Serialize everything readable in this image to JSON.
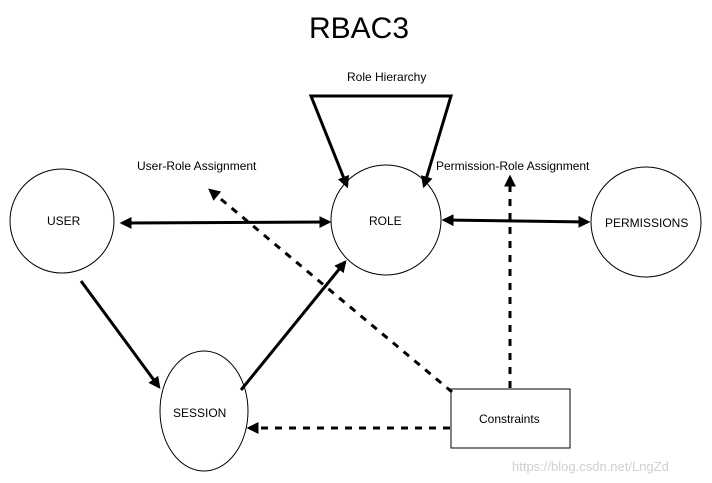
{
  "diagram": {
    "title": "RBAC3",
    "nodes": {
      "user": "USER",
      "role": "ROLE",
      "permissions": "PERMISSIONS",
      "session": "SESSION",
      "constraints": "Constraints"
    },
    "labels": {
      "role_hierarchy": "Role Hierarchy",
      "user_role_assignment": "User-Role Assignment",
      "permission_role_assignment": "Permission-Role  Assignment"
    },
    "watermark": "https://blog.csdn.net/LngZd",
    "colors": {
      "stroke": "#000000",
      "watermark": "#cfcfcf"
    }
  }
}
